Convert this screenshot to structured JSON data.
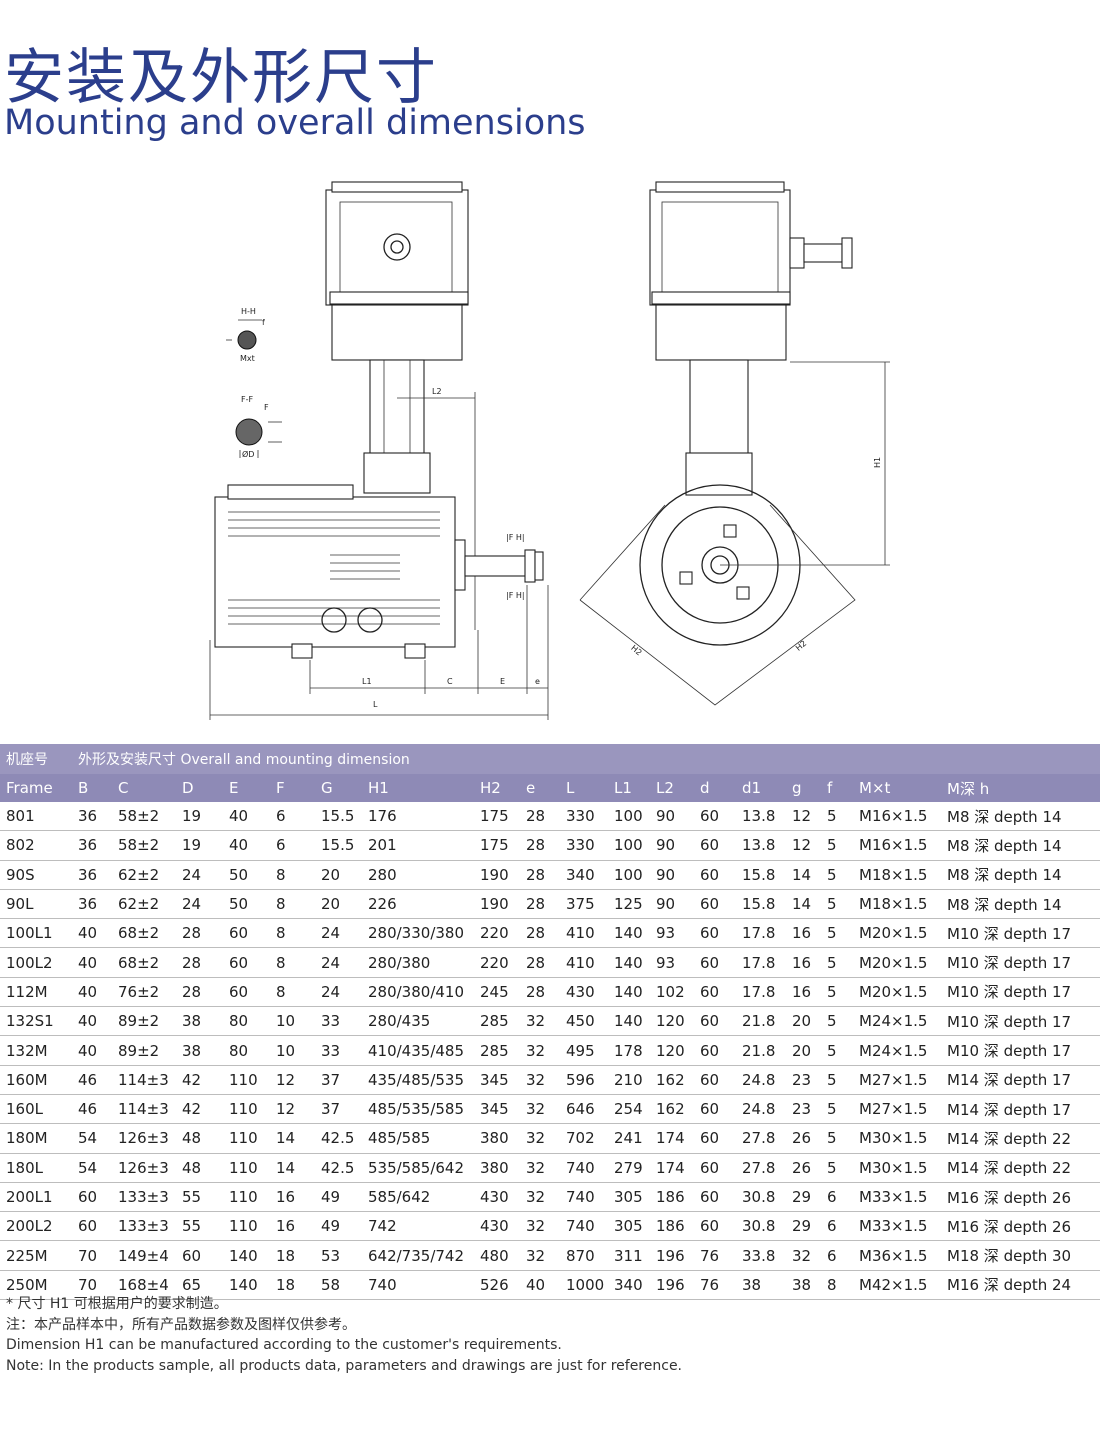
{
  "title_cn": "安装及外形尺寸",
  "title_en": "Mounting and overall dimensions",
  "drawing_labels": {
    "hh": "H-H",
    "ff": "F-F",
    "f": "f",
    "F": "F",
    "mxt": "Mxt",
    "od": "ØD",
    "l2": "L2",
    "h1": "H1",
    "h2": "H2",
    "l1": "L1",
    "c": "C",
    "e": "E",
    "e_small": "e",
    "l": "L",
    "fh_top": "|F   H|",
    "fh_bottom": "|F   H|"
  },
  "table": {
    "group_label": "机座号",
    "group_title": "外形及安装尺寸 Overall and mounting dimension",
    "headers": [
      "Frame",
      "B",
      "C",
      "D",
      "E",
      "F",
      "G",
      "H1",
      "H2",
      "e",
      "L",
      "L1",
      "L2",
      "d",
      "d1",
      "g",
      "f",
      "M×t",
      "M深 h"
    ],
    "rows": [
      [
        "801",
        "36",
        "58±2",
        "19",
        "40",
        "6",
        "15.5",
        "176",
        "175",
        "28",
        "330",
        "100",
        "90",
        "60",
        "13.8",
        "12",
        "5",
        "M16×1.5",
        "M8 深 depth 14"
      ],
      [
        "802",
        "36",
        "58±2",
        "19",
        "40",
        "6",
        "15.5",
        "201",
        "175",
        "28",
        "330",
        "100",
        "90",
        "60",
        "13.8",
        "12",
        "5",
        "M16×1.5",
        "M8 深 depth 14"
      ],
      [
        "90S",
        "36",
        "62±2",
        "24",
        "50",
        "8",
        "20",
        "280",
        "190",
        "28",
        "340",
        "100",
        "90",
        "60",
        "15.8",
        "14",
        "5",
        "M18×1.5",
        "M8 深 depth 14"
      ],
      [
        "90L",
        "36",
        "62±2",
        "24",
        "50",
        "8",
        "20",
        "226",
        "190",
        "28",
        "375",
        "125",
        "90",
        "60",
        "15.8",
        "14",
        "5",
        "M18×1.5",
        "M8 深 depth 14"
      ],
      [
        "100L1",
        "40",
        "68±2",
        "28",
        "60",
        "8",
        "24",
        "280/330/380",
        "220",
        "28",
        "410",
        "140",
        "93",
        "60",
        "17.8",
        "16",
        "5",
        "M20×1.5",
        "M10 深 depth 17"
      ],
      [
        "100L2",
        "40",
        "68±2",
        "28",
        "60",
        "8",
        "24",
        "280/380",
        "220",
        "28",
        "410",
        "140",
        "93",
        "60",
        "17.8",
        "16",
        "5",
        "M20×1.5",
        "M10 深 depth 17"
      ],
      [
        "112M",
        "40",
        "76±2",
        "28",
        "60",
        "8",
        "24",
        "280/380/410",
        "245",
        "28",
        "430",
        "140",
        "102",
        "60",
        "17.8",
        "16",
        "5",
        "M20×1.5",
        "M10 深 depth 17"
      ],
      [
        "132S1",
        "40",
        "89±2",
        "38",
        "80",
        "10",
        "33",
        "280/435",
        "285",
        "32",
        "450",
        "140",
        "120",
        "60",
        "21.8",
        "20",
        "5",
        "M24×1.5",
        "M10 深 depth 17"
      ],
      [
        "132M",
        "40",
        "89±2",
        "38",
        "80",
        "10",
        "33",
        "410/435/485",
        "285",
        "32",
        "495",
        "178",
        "120",
        "60",
        "21.8",
        "20",
        "5",
        "M24×1.5",
        "M10 深 depth 17"
      ],
      [
        "160M",
        "46",
        "114±3",
        "42",
        "110",
        "12",
        "37",
        "435/485/535",
        "345",
        "32",
        "596",
        "210",
        "162",
        "60",
        "24.8",
        "23",
        "5",
        "M27×1.5",
        "M14 深 depth 17"
      ],
      [
        "160L",
        "46",
        "114±3",
        "42",
        "110",
        "12",
        "37",
        "485/535/585",
        "345",
        "32",
        "646",
        "254",
        "162",
        "60",
        "24.8",
        "23",
        "5",
        "M27×1.5",
        "M14 深 depth 17"
      ],
      [
        "180M",
        "54",
        "126±3",
        "48",
        "110",
        "14",
        "42.5",
        "485/585",
        "380",
        "32",
        "702",
        "241",
        "174",
        "60",
        "27.8",
        "26",
        "5",
        "M30×1.5",
        "M14 深 depth 22"
      ],
      [
        "180L",
        "54",
        "126±3",
        "48",
        "110",
        "14",
        "42.5",
        "535/585/642",
        "380",
        "32",
        "740",
        "279",
        "174",
        "60",
        "27.8",
        "26",
        "5",
        "M30×1.5",
        "M14 深 depth 22"
      ],
      [
        "200L1",
        "60",
        "133±3",
        "55",
        "110",
        "16",
        "49",
        "585/642",
        "430",
        "32",
        "740",
        "305",
        "186",
        "60",
        "30.8",
        "29",
        "6",
        "M33×1.5",
        "M16 深 depth 26"
      ],
      [
        "200L2",
        "60",
        "133±3",
        "55",
        "110",
        "16",
        "49",
        "742",
        "430",
        "32",
        "740",
        "305",
        "186",
        "60",
        "30.8",
        "29",
        "6",
        "M33×1.5",
        "M16 深 depth 26"
      ],
      [
        "225M",
        "70",
        "149±4",
        "60",
        "140",
        "18",
        "53",
        "642/735/742",
        "480",
        "32",
        "870",
        "311",
        "196",
        "76",
        "33.8",
        "32",
        "6",
        "M36×1.5",
        "M18 深 depth 30"
      ],
      [
        "250M",
        "70",
        "168±4",
        "65",
        "140",
        "18",
        "58",
        "740",
        "526",
        "40",
        "1000",
        "340",
        "196",
        "76",
        "38",
        "38",
        "8",
        "M42×1.5",
        "M16 深 depth 24"
      ]
    ]
  },
  "notes": [
    "* 尺寸 H1 可根据用户的要求制造。",
    "注：本产品样本中，所有产品数据参数及图样仅供参考。",
    "Dimension H1 can be manufactured according to the customer's requirements.",
    "Note: In the products sample, all products data, parameters and drawings are just for reference."
  ]
}
